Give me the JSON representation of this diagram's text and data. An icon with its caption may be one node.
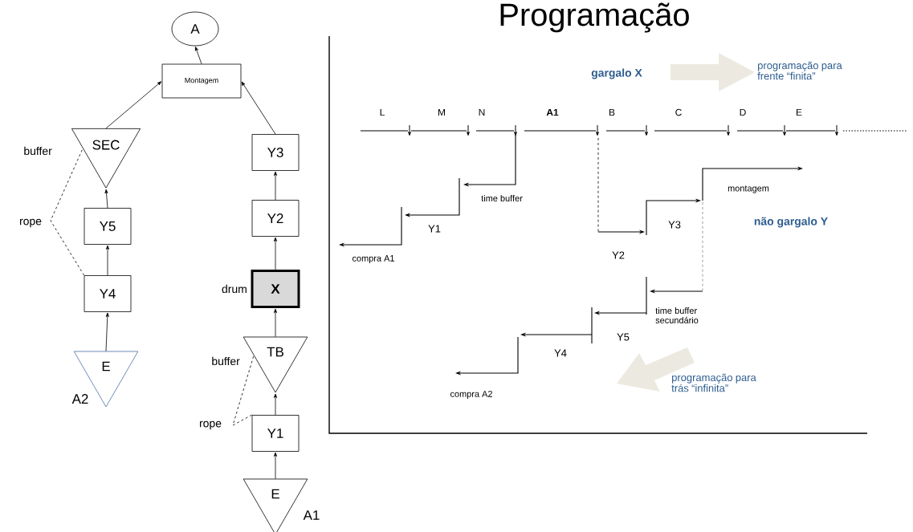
{
  "diagram": {
    "title": "Programação",
    "nodes": [
      {
        "text": [
          "A"
        ]
      },
      {
        "text": [
          "Montagem"
        ]
      },
      {
        "text": [
          "SEC"
        ],
        "beside": [
          "buffer"
        ]
      },
      {
        "text": [
          "Y5"
        ]
      },
      {
        "text": [
          "Y4"
        ]
      },
      {
        "text": [
          "E"
        ],
        "beside": [
          "A2"
        ]
      },
      {
        "text": [
          "Y3"
        ]
      },
      {
        "text": [
          "Y2"
        ]
      },
      {
        "text": [
          "X"
        ],
        "beside": [
          "drum"
        ]
      },
      {
        "text": [
          "TB"
        ],
        "beside": [
          "buffer"
        ]
      },
      {
        "text": [
          "Y1"
        ]
      },
      {
        "text": [
          "E"
        ],
        "beside": [
          "A1"
        ]
      }
    ],
    "edges": [
      {
        "from": 1,
        "to": 0,
        "arrow": "to"
      },
      {
        "from": 2,
        "to": 1,
        "arrow": "to"
      },
      {
        "from": 6,
        "to": 1,
        "arrow": "to"
      },
      {
        "from": 3,
        "to": 2,
        "arrow": "to"
      },
      {
        "from": 4,
        "to": 3,
        "arrow": "to"
      },
      {
        "from": 5,
        "to": 4,
        "arrow": "to"
      },
      {
        "from": 7,
        "to": 6,
        "arrow": "to"
      },
      {
        "from": 8,
        "to": 7,
        "arrow": "to"
      },
      {
        "from": 9,
        "to": 8,
        "arrow": "to"
      },
      {
        "from": 10,
        "to": 9,
        "arrow": "to"
      },
      {
        "from": 11,
        "to": 10,
        "arrow": "to"
      },
      {
        "from": 4,
        "to": 2,
        "arrow": "none",
        "style": "dashed",
        "label": "rope"
      },
      {
        "from": 10,
        "to": 9,
        "arrow": "none",
        "style": "dashed",
        "label": "rope"
      }
    ],
    "labels": [
      "gargalo X",
      "programação para frente “finita”",
      "L",
      "M",
      "N",
      "A1",
      "B",
      "C",
      "D",
      "E",
      "time buffer",
      "Y1",
      "compra A1",
      "Y2",
      "Y3",
      "montagem",
      "não gargalo Y",
      "time buffer secundário",
      "Y5",
      "Y4",
      "compra A2",
      "programação para trás “infinita”"
    ]
  }
}
